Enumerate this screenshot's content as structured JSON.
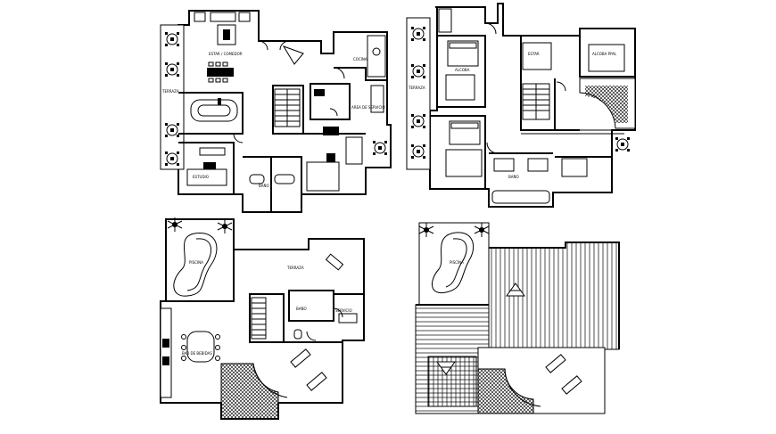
{
  "drawing": {
    "background": "#ffffff",
    "ink": "#000000"
  },
  "plan_ground": {
    "labels": {
      "living": "ESTAR / COMEDOR",
      "terrace": "TERRAZA",
      "kitchen": "COCINA",
      "laundry": "AREA DE SERVICIO",
      "bath": "BAÑO",
      "study": "ESTUDIO"
    }
  },
  "plan_upper": {
    "labels": {
      "terrace": "TERRAZA",
      "bedroom": "ALCOBA",
      "master": "ALCOBA PPAL",
      "family": "ESTAR",
      "bath": "BAÑO"
    }
  },
  "plan_third": {
    "labels": {
      "pool": "PISCINA",
      "lounge": "TERRAZA",
      "bar": "BAR DE BEBIDAS",
      "bath": "BAÑO",
      "service": "SERVICIO"
    }
  },
  "plan_roof": {
    "labels": {
      "pool": "PISCINA"
    }
  }
}
